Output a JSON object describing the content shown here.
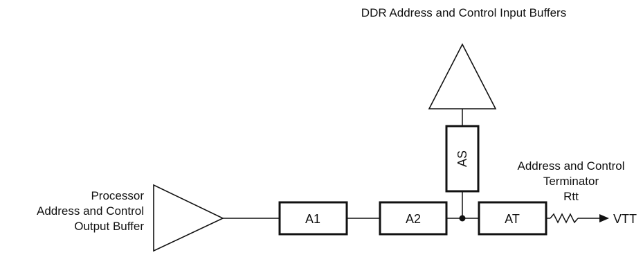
{
  "top_label": "DDR Address and Control Input Buffers",
  "processor_label": [
    "Processor",
    "Address and Control",
    "Output Buffer"
  ],
  "terminator_label": [
    "Address and Control",
    "Terminator",
    "Rtt"
  ],
  "blocks": {
    "a1": "A1",
    "a2": "A2",
    "as": "AS",
    "at": "AT"
  },
  "vtt_label": "VTT"
}
